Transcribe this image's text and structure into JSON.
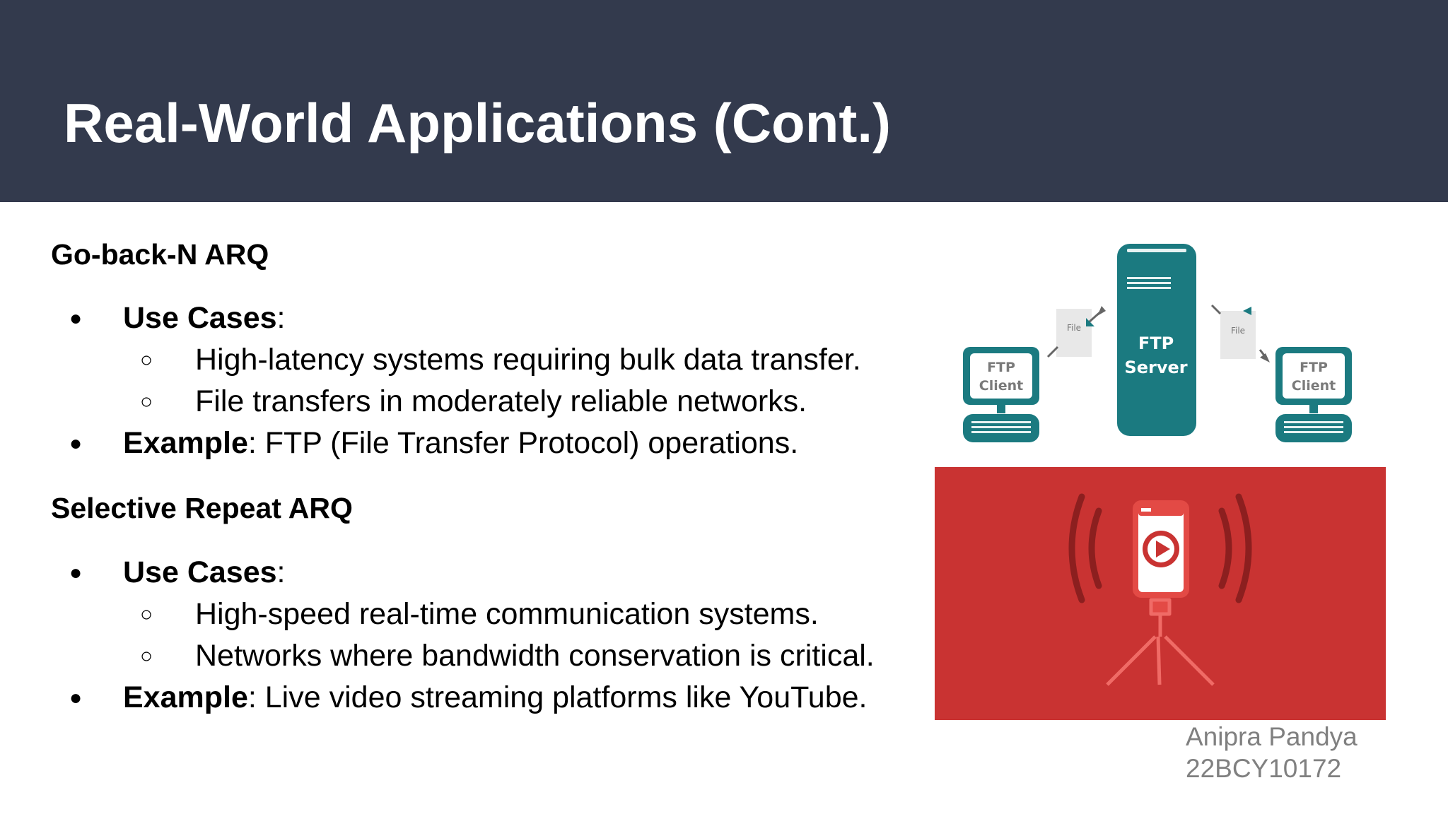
{
  "slide": {
    "title": "Real-World Applications (Cont.)"
  },
  "sections": [
    {
      "heading": "Go-back-N ARQ",
      "use_cases_label": "Use Cases",
      "use_cases": [
        "High-latency systems requiring bulk data transfer.",
        "File transfers in moderately reliable networks."
      ],
      "example_label": "Example",
      "example_text": ": FTP (File Transfer Protocol) operations."
    },
    {
      "heading": "Selective Repeat ARQ",
      "use_cases_label": "Use Cases",
      "use_cases": [
        "High-speed real-time communication systems.",
        "Networks where bandwidth conservation is critical."
      ],
      "example_label": "Example",
      "example_text": ": Live video streaming platforms like YouTube."
    }
  ],
  "ftp_diagram": {
    "server_label_line1": "FTP",
    "server_label_line2": "Server",
    "client_label_line1": "FTP",
    "client_label_line2": "Client",
    "file_label": "File",
    "color": "#1b7a80"
  },
  "streaming_illustration": {
    "background": "#c93332"
  },
  "author": {
    "name": "Anipra Pandya",
    "id": "22BCY10172"
  }
}
